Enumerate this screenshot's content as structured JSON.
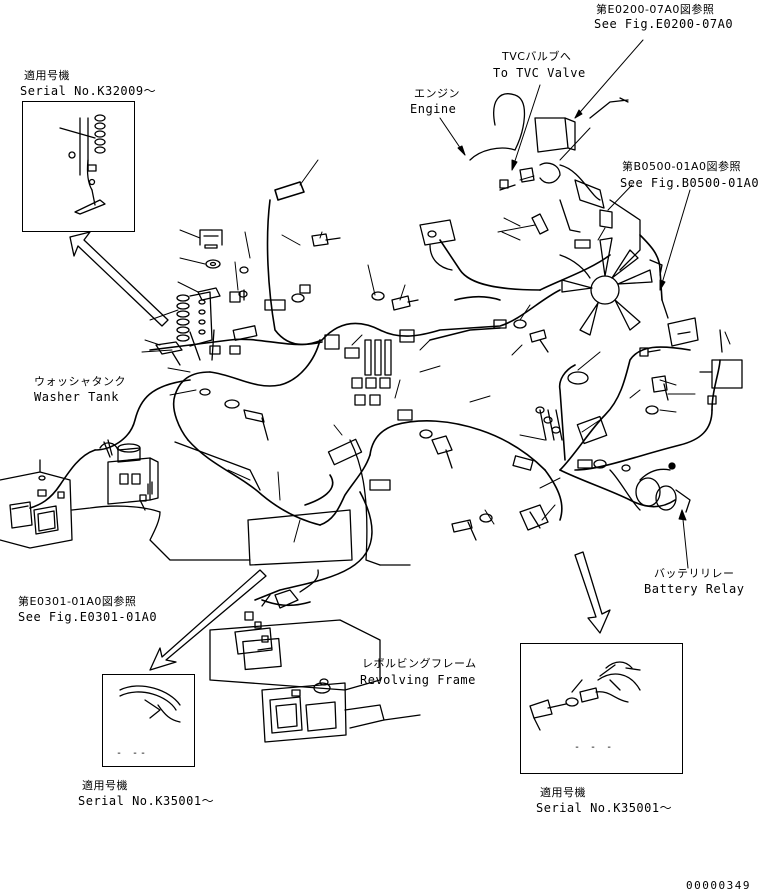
{
  "callouts": {
    "fig_e0200_jp": "第E0200-07A0図参照",
    "fig_e0200_en": "See Fig.E0200-07A0",
    "tvc_jp": "TVCバルブへ",
    "tvc_en": "To TVC Valve",
    "engine_jp": "エンジン",
    "engine_en": "Engine",
    "fig_b0500_jp": "第B0500-01A0図参照",
    "fig_b0500_en": "See Fig.B0500-01A0",
    "washer_jp": "ウォッシャタンク",
    "washer_en": "Washer Tank",
    "fig_e0301_jp": "第E0301-01A0図参照",
    "fig_e0301_en": "See Fig.E0301-01A0",
    "frame_jp": "レボルビングフレーム",
    "frame_en": "Revolving Frame",
    "relay_jp": "バッテリリレー",
    "relay_en": "Battery Relay"
  },
  "insets": {
    "top_left": {
      "jp": "適用号機",
      "serial": "Serial No.K32009～"
    },
    "bottom_left": {
      "jp": "適用号機",
      "serial": "Serial No.K35001～"
    },
    "bottom_right": {
      "jp": "適用号機",
      "serial": "Serial No.K35001～"
    }
  },
  "drawing_number": "00000349"
}
